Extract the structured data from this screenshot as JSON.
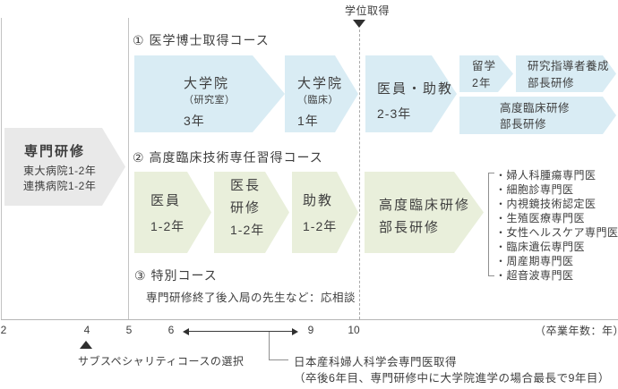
{
  "colors": {
    "blue": "#d9ecf4",
    "green": "#e9efdb",
    "gray": "#e9e9e9",
    "text": "#3e3e3e",
    "line": "#c3c3c3",
    "marker": "#2f2f2f"
  },
  "degree_label": "学位取得",
  "entry_arrow": {
    "title": "専門研修",
    "line1": "東大病院1-2年",
    "line2": "連携病院1-2年"
  },
  "course1": {
    "label": "① 医学博士取得コース",
    "grad_research": {
      "title": "大学院",
      "sub": "（研究室）",
      "duration": "3年"
    },
    "grad_clinical": {
      "title": "大学院",
      "sub": "（臨床）",
      "duration": "1年"
    },
    "staff_assistant": {
      "title": "医員・助教",
      "duration": "2-3年"
    },
    "study_abroad": {
      "line1": "留学",
      "line2": "2年"
    },
    "research_leader": {
      "line1": "研究指導者養成",
      "line2": "部長研修"
    },
    "advanced_clinical": {
      "line1": "高度臨床研修",
      "line2": "部長研修"
    }
  },
  "course2": {
    "label": "② 高度臨床技術専任習得コース",
    "staff": {
      "line1": "医員",
      "line2": "1-2年"
    },
    "chief_training": {
      "line1": "医長",
      "line2": "研修",
      "line3": "1-2年"
    },
    "assistant_prof": {
      "line1": "助教",
      "line2": "1-2年"
    },
    "advanced_clinical": {
      "line1": "高度臨床研修",
      "line2": "部長研修"
    }
  },
  "specialists": [
    "・婦人科腫瘍専門医",
    "・細胞診専門医",
    "・内視鏡技術認定医",
    "・生殖医療専門医",
    "・女性ヘルスケア専門医",
    "・臨床遺伝専門医",
    "・周産期専門医",
    "・超音波専門医"
  ],
  "course3": {
    "label": "③ 特別コース",
    "note": "専門研修終了後入局の先生など：応相談"
  },
  "axis": {
    "ticks": [
      "2",
      "4",
      "5",
      "6",
      "9",
      "10"
    ],
    "unit": "（卒業年数：年）"
  },
  "subspecialty_label": "サブスペシャリティコースの選択",
  "certification": {
    "line1": "日本産科婦人科学会専門医取得",
    "line2": "（卒後6年目、専門研修中に大学院進学の場合最長で9年目）"
  }
}
